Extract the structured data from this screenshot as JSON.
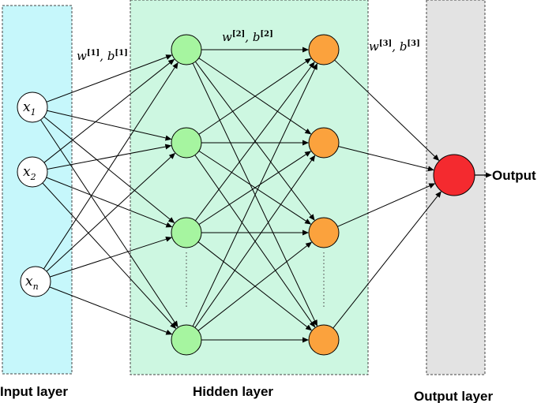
{
  "layers": {
    "input_label": "Input layer",
    "hidden_label": "Hidden layer",
    "output_label": "Output layer"
  },
  "colors": {
    "input_region": "#c6f7fb",
    "hidden_region": "#cdf7e1",
    "output_region": "#e3e3e3",
    "hidden1_node": "#a6f5a0",
    "hidden2_node": "#fba23d",
    "output_node": "#f42a2f",
    "input_node": "#ffffff"
  },
  "input_nodes": [
    {
      "base": "x",
      "sub": "1"
    },
    {
      "base": "x",
      "sub": "2"
    },
    {
      "base": "x",
      "sub": "n"
    }
  ],
  "weights": [
    {
      "w": "w",
      "w_sup": "[1]",
      "sep": ", ",
      "b": "b",
      "b_sup": "[1]"
    },
    {
      "w": "w",
      "w_sup": "[2]",
      "sep": ", ",
      "b": "b",
      "b_sup": "[2]"
    },
    {
      "w": "w",
      "w_sup": "[3]",
      "sep": ", ",
      "b": "b",
      "b_sup": "[3]"
    }
  ],
  "output_text": "Output"
}
